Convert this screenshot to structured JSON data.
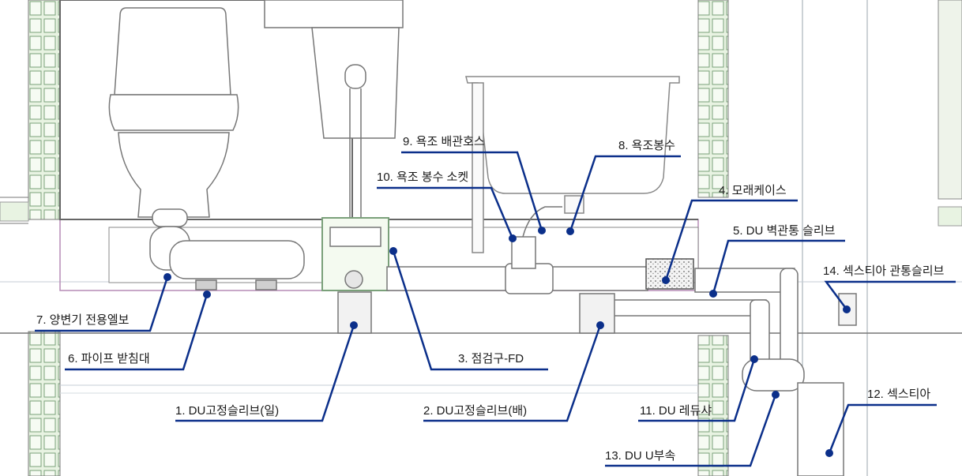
{
  "colors": {
    "background": "#ffffff",
    "line": "#777777",
    "light_line": "#b9c2cc",
    "wall_green": "#e8f3e2",
    "brick_edge": "#7aa07a",
    "accent_blue": "#0b2f8a",
    "frame_pink": "#b58cb5"
  },
  "labels": [
    {
      "id": "1",
      "text": "1. DU고정슬리브(일)"
    },
    {
      "id": "2",
      "text": "2. DU고정슬리브(배)"
    },
    {
      "id": "3",
      "text": "3. 점검구-FD"
    },
    {
      "id": "4",
      "text": "4. 모래케이스"
    },
    {
      "id": "5",
      "text": "5. DU 벽관통 슬리브"
    },
    {
      "id": "6",
      "text": "6. 파이프 받침대"
    },
    {
      "id": "7",
      "text": "7. 양변기 전용엘보"
    },
    {
      "id": "8",
      "text": "8. 욕조봉수"
    },
    {
      "id": "9",
      "text": "9. 욕조 배관호스"
    },
    {
      "id": "10",
      "text": "10. 욕조 봉수 소켓"
    },
    {
      "id": "11",
      "text": "11. DU 레듀샤"
    },
    {
      "id": "12",
      "text": "12. 섹스티아"
    },
    {
      "id": "13",
      "text": "13. DU U부속"
    },
    {
      "id": "14",
      "text": "14. 섹스티아 관통슬리브"
    }
  ]
}
